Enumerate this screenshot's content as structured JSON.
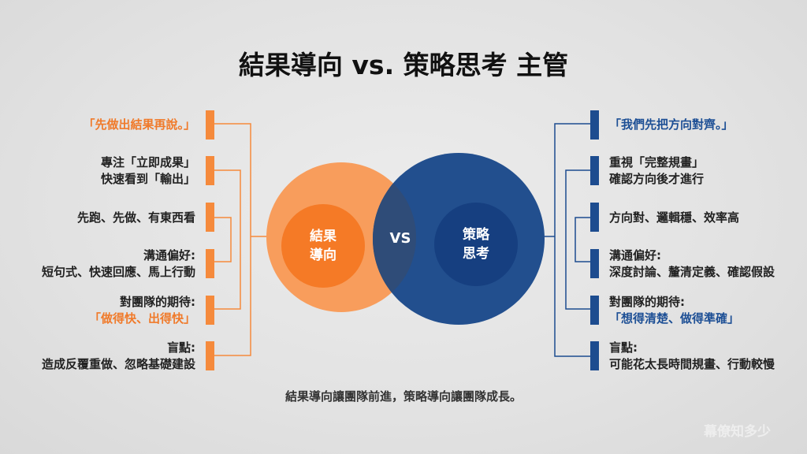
{
  "title": "結果導向 vs. 策略思考 主管",
  "left": {
    "circle_label": [
      "結果",
      "導向"
    ],
    "color": "#f58a3c",
    "items": [
      {
        "lines": [
          "「先做出結果再說。」"
        ],
        "highlight": [
          0
        ]
      },
      {
        "lines": [
          "專注「立即成果」",
          "快速看到「輸出」"
        ]
      },
      {
        "lines": [
          "先跑、先做、有東西看"
        ]
      },
      {
        "lines": [
          "溝通偏好:",
          "短句式、快速回應、馬上行動"
        ]
      },
      {
        "lines": [
          "對團隊的期待:",
          "「做得快、出得快」"
        ]
      },
      {
        "lines": [
          "盲點:",
          "造成反覆重做、忽略基礎建設"
        ]
      }
    ]
  },
  "vs": "VS",
  "right": {
    "circle_label": [
      "策略",
      "思考"
    ],
    "color": "#1d4c8f",
    "items": [
      {
        "lines": [
          "「我們先把方向對齊。」"
        ]
      },
      {
        "lines": [
          "重視「完整規畫」",
          "確認方向後才進行"
        ]
      },
      {
        "lines": [
          "方向對、邏輯穩、效率高"
        ]
      },
      {
        "lines": [
          "溝通偏好:",
          "深度討論、釐清定義、確認假設"
        ]
      },
      {
        "lines": [
          "對團隊的期待:",
          "「想得清楚、做得準確」"
        ]
      },
      {
        "lines": [
          "盲點:",
          "可能花太長時間規畫、行動較慢"
        ]
      }
    ]
  },
  "footer": "結果導向讓團隊前進，策略導向讓團隊成長。",
  "watermark": "幕僚知多少"
}
